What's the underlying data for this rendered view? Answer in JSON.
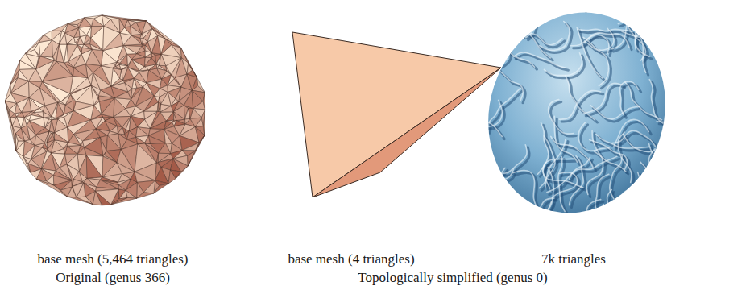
{
  "diagram": {
    "labels": [
      "base mesh (5,464 triangles)",
      "base mesh (4 triangles)",
      "7k triangles",
      "Original (genus 366)",
      "Topologically simplified (genus 0)"
    ]
  }
}
